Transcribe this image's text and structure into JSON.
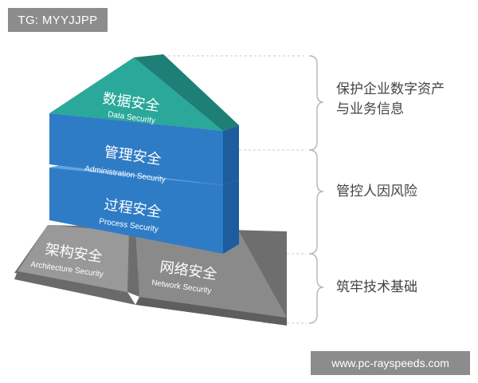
{
  "watermark_top": "TG: MYYJJPP",
  "watermark_bottom": "www.pc-rayspeeds.com",
  "layers": {
    "data": {
      "zh": "数据安全",
      "en": "Data Security",
      "color": "#2aa89a"
    },
    "admin": {
      "zh": "管理安全",
      "en": "Administration Security",
      "color": "#2f7cc6"
    },
    "process": {
      "zh": "过程安全",
      "en": "Process Security",
      "color": "#2f7cc6"
    },
    "architecture": {
      "zh": "架构安全",
      "en": "Architecture Security",
      "color": "#8e8e8e"
    },
    "network": {
      "zh": "网络安全",
      "en": "Network Security",
      "color": "#8e8e8e"
    }
  },
  "side_labels": {
    "top_line1": "保护企业数字资产",
    "top_line2": "与业务信息",
    "middle": "管控人因风险",
    "bottom": "筑牢技术基础"
  }
}
